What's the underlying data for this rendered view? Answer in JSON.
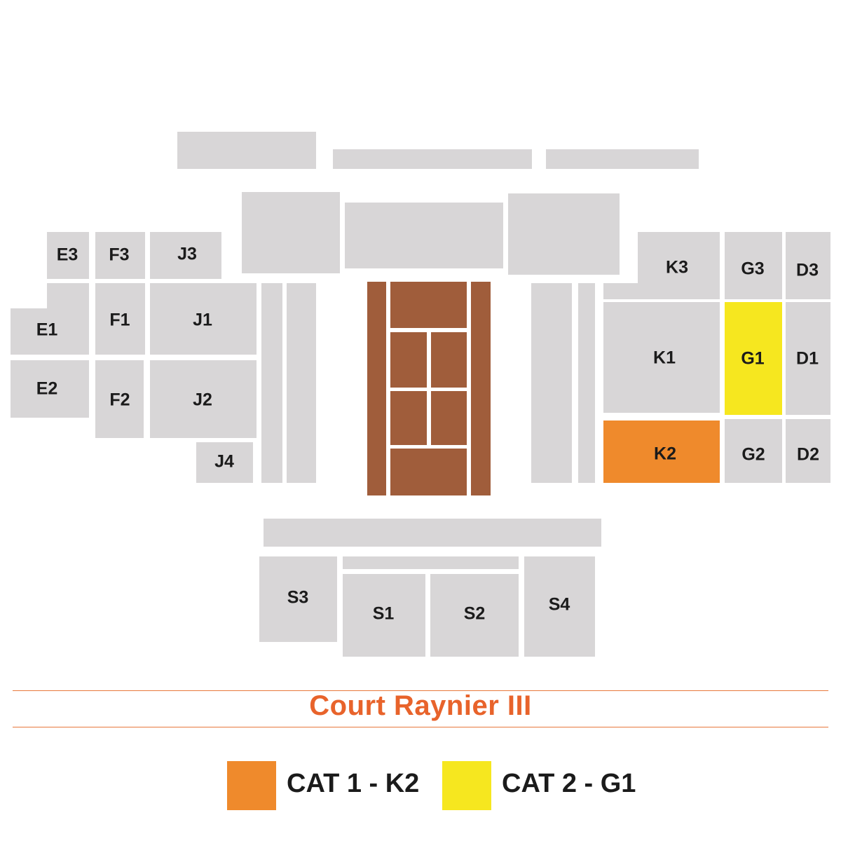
{
  "venue": {
    "title": "Court Raynier III"
  },
  "colors": {
    "section": "#d8d6d7",
    "court_clay": "#a05d3b",
    "cat1": "#ef8a2c",
    "cat2": "#f6e71f",
    "title": "#e8632b"
  },
  "sections": {
    "E3": "E3",
    "F3": "F3",
    "J3": "J3",
    "E1": "E1",
    "F1": "F1",
    "J1": "J1",
    "E2": "E2",
    "F2": "F2",
    "J2": "J2",
    "J4": "J4",
    "K3": "K3",
    "G3": "G3",
    "D3": "D3",
    "K1": "K1",
    "G1": "G1",
    "D1": "D1",
    "K2": "K2",
    "G2": "G2",
    "D2": "D2",
    "S3": "S3",
    "S1": "S1",
    "S2": "S2",
    "S4": "S4"
  },
  "legend": [
    {
      "label": "CAT 1 - K2",
      "color": "#ef8a2c",
      "section": "K2"
    },
    {
      "label": "CAT 2 - G1",
      "color": "#f6e71f",
      "section": "G1"
    }
  ]
}
